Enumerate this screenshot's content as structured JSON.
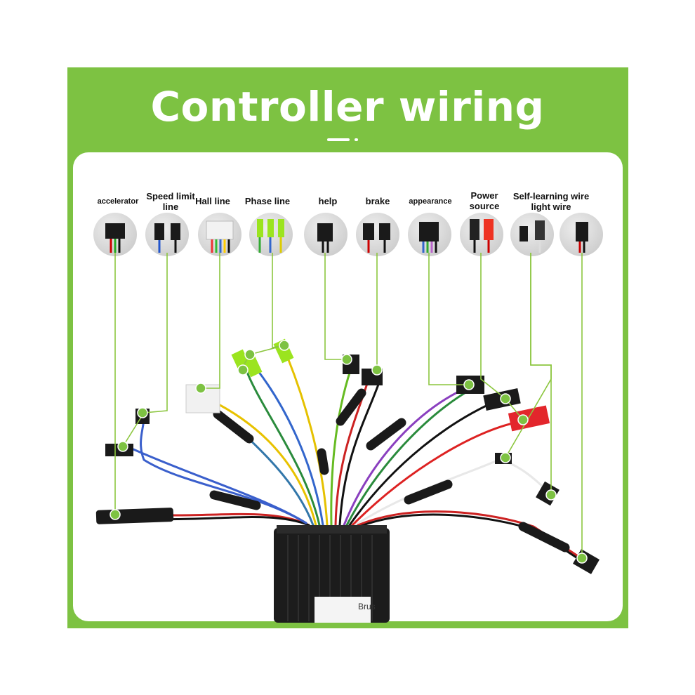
{
  "title": "Controller wiring",
  "colors": {
    "frame": "#7dc242",
    "leader": "#8cc63f",
    "dot": "#7dc242",
    "controller": "#1c1c1c"
  },
  "connectors": [
    {
      "key": "accelerator",
      "label": "accelerator"
    },
    {
      "key": "speed",
      "label": "Speed limit line"
    },
    {
      "key": "hall",
      "label": "Hall line"
    },
    {
      "key": "phase",
      "label": "Phase line"
    },
    {
      "key": "help",
      "label": "help"
    },
    {
      "key": "brake",
      "label": "brake"
    },
    {
      "key": "appearance",
      "label": "appearance"
    },
    {
      "key": "power",
      "label": "Power source"
    },
    {
      "key": "selflearn",
      "label": "Self-learning wire"
    },
    {
      "key": "light",
      "label": "light wire"
    }
  ],
  "controller_label": "Brus"
}
